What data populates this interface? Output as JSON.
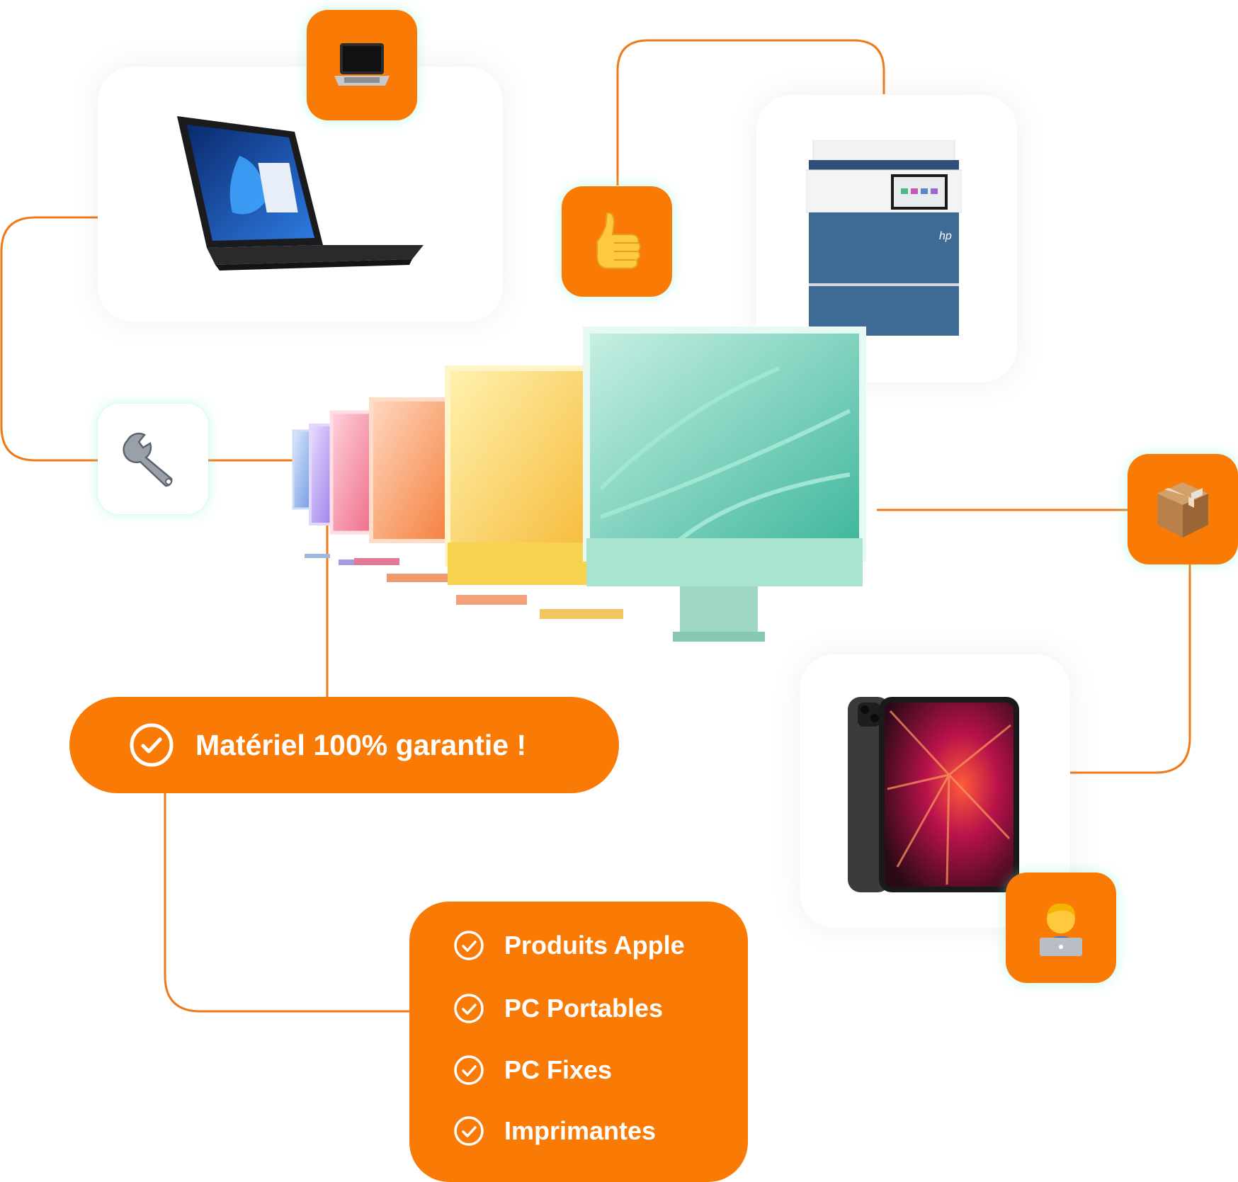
{
  "colors": {
    "accent": "#f97b06",
    "connector": "#f07a1a",
    "glow": "#8ff0cf",
    "white": "#ffffff"
  },
  "banner": {
    "text": "Matériel 100% garantie !",
    "icon": "check-circle-icon"
  },
  "product_list": {
    "items": [
      {
        "label": "Produits Apple",
        "icon": "check-circle-icon"
      },
      {
        "label": "PC Portables",
        "icon": "check-circle-icon"
      },
      {
        "label": "PC Fixes",
        "icon": "check-circle-icon"
      },
      {
        "label": "Imprimantes",
        "icon": "check-circle-icon"
      }
    ]
  },
  "badges": [
    {
      "name": "laptop-emoji-icon",
      "style": "orange"
    },
    {
      "name": "thumbs-up-emoji-icon",
      "style": "orange"
    },
    {
      "name": "wrench-emoji-icon",
      "style": "white"
    },
    {
      "name": "package-emoji-icon",
      "style": "orange"
    },
    {
      "name": "technologist-emoji-icon",
      "style": "orange"
    }
  ],
  "product_images": [
    {
      "name": "dell-laptop-image"
    },
    {
      "name": "hp-printer-image",
      "brand": "hp"
    },
    {
      "name": "imac-lineup-image"
    },
    {
      "name": "ipad-pro-image"
    }
  ]
}
